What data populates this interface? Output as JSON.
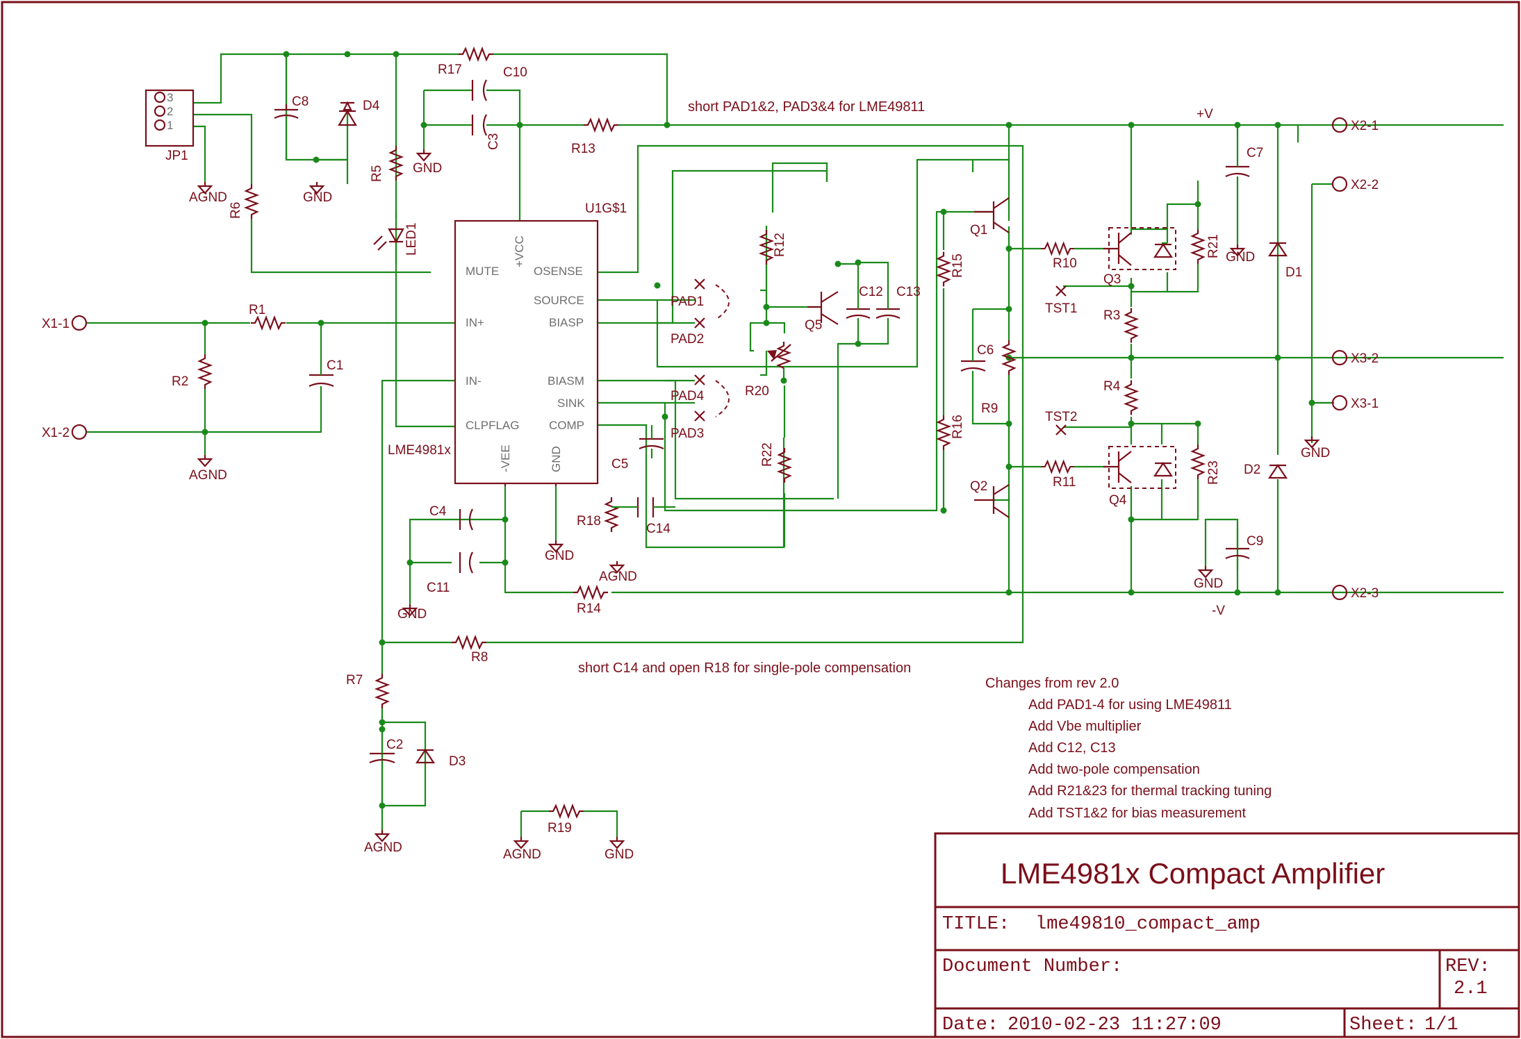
{
  "title_block": {
    "project": "LME4981x Compact Amplifier",
    "title_label": "TITLE:",
    "title_value": "lme49810_compact_amp",
    "docnum_label": "Document Number:",
    "rev_label": "REV:",
    "rev_value": "2.1",
    "date_label": "Date:",
    "date_value": "2010-02-23 11:27:09",
    "sheet_label": "Sheet:",
    "sheet_value": "1/1"
  },
  "notes": {
    "pad_note": "short PAD1&2, PAD3&4 for LME49811",
    "comp_note": "short C14 and open R18 for single-pole compensation",
    "changes_title": "Changes from rev 2.0",
    "changes": [
      "Add PAD1-4 for using LME49811",
      "Add Vbe multiplier",
      "Add C12, C13",
      "Add two-pole compensation",
      "Add R21&23 for thermal tracking tuning",
      "Add TST1&2 for bias measurement"
    ]
  },
  "ic": {
    "ref": "U1G$1",
    "value": "LME4981x",
    "pins": [
      "MUTE",
      "IN+",
      "IN-",
      "CLPFLAG",
      "+VCC",
      "OSENSE",
      "SOURCE",
      "BIASP",
      "BIASM",
      "SINK",
      "COMP",
      "-VEE",
      "GND"
    ]
  },
  "connectors": [
    "X1-1",
    "X1-2",
    "X2-1",
    "X2-2",
    "X2-3",
    "X3-1",
    "X3-2"
  ],
  "jp1": {
    "ref": "JP1",
    "pins": [
      "3",
      "2",
      "1"
    ]
  },
  "components": {
    "resistors": [
      "R1",
      "R2",
      "R5",
      "R6",
      "R7",
      "R8",
      "R9",
      "R10",
      "R11",
      "R12",
      "R13",
      "R14",
      "R15",
      "R16",
      "R17",
      "R18",
      "R19",
      "R20",
      "R21",
      "R22",
      "R23",
      "R3",
      "R4"
    ],
    "capacitors": [
      "C1",
      "C2",
      "C3",
      "C4",
      "C5",
      "C6",
      "C7",
      "C8",
      "C9",
      "C10",
      "C11",
      "C12",
      "C13",
      "C14"
    ],
    "diodes": [
      "D1",
      "D2",
      "D3",
      "D4",
      "LED1"
    ],
    "transistors": [
      "Q1",
      "Q2",
      "Q3",
      "Q4",
      "Q5"
    ],
    "pads": [
      "PAD1",
      "PAD2",
      "PAD3",
      "PAD4"
    ],
    "test_points": [
      "TST1",
      "TST2"
    ]
  },
  "nets": {
    "gnd": "GND",
    "agnd": "AGND",
    "vplus": "+V",
    "vminus": "-V"
  }
}
